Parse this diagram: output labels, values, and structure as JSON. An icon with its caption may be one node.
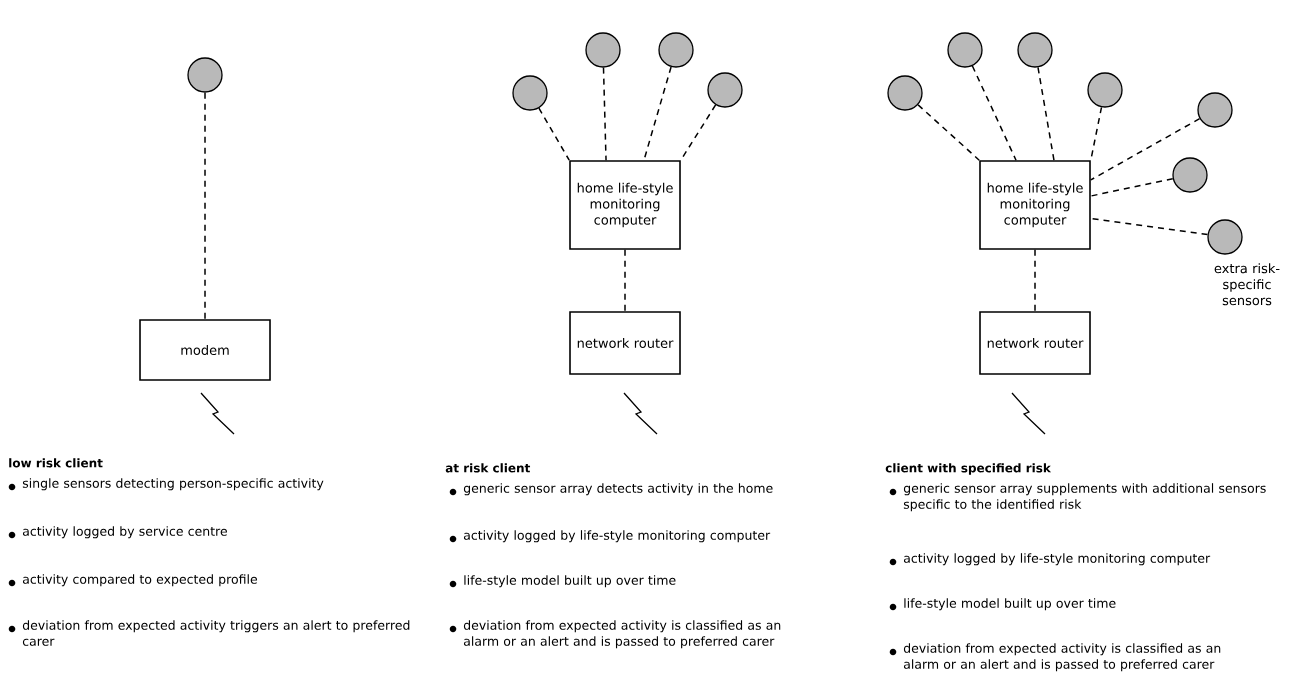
{
  "diagram": {
    "nodes": [
      {
        "text": [],
        "shape": "circle"
      },
      {
        "text": [
          "modem"
        ]
      },
      {
        "text": [],
        "shape": "circle"
      },
      {
        "text": [],
        "shape": "circle"
      },
      {
        "text": [],
        "shape": "circle"
      },
      {
        "text": [],
        "shape": "circle"
      },
      {
        "text": [
          "home life-style monitoring computer"
        ]
      },
      {
        "text": [
          "network router"
        ]
      },
      {
        "text": [],
        "shape": "circle"
      },
      {
        "text": [],
        "shape": "circle"
      },
      {
        "text": [],
        "shape": "circle"
      },
      {
        "text": [],
        "shape": "circle"
      },
      {
        "text": [],
        "shape": "circle"
      },
      {
        "text": [],
        "shape": "circle"
      },
      {
        "text": [],
        "shape": "circle",
        "beside": [
          "extra risk-specific sensors"
        ]
      },
      {
        "text": [
          "home life-style monitoring computer"
        ]
      },
      {
        "text": [
          "network router"
        ]
      }
    ],
    "edges": [
      {
        "from": 0,
        "to": 1,
        "arrow": "none",
        "style": "dashed"
      },
      {
        "from": 2,
        "to": 6,
        "arrow": "none",
        "style": "dashed"
      },
      {
        "from": 3,
        "to": 6,
        "arrow": "none",
        "style": "dashed"
      },
      {
        "from": 4,
        "to": 6,
        "arrow": "none",
        "style": "dashed"
      },
      {
        "from": 5,
        "to": 6,
        "arrow": "none",
        "style": "dashed"
      },
      {
        "from": 6,
        "to": 7,
        "arrow": "none",
        "style": "dashed"
      },
      {
        "from": 8,
        "to": 15,
        "arrow": "none",
        "style": "dashed"
      },
      {
        "from": 9,
        "to": 15,
        "arrow": "none",
        "style": "dashed"
      },
      {
        "from": 10,
        "to": 15,
        "arrow": "none",
        "style": "dashed"
      },
      {
        "from": 11,
        "to": 15,
        "arrow": "none",
        "style": "dashed"
      },
      {
        "from": 12,
        "to": 15,
        "arrow": "none",
        "style": "dashed"
      },
      {
        "from": 13,
        "to": 15,
        "arrow": "none",
        "style": "dashed"
      },
      {
        "from": 14,
        "to": 15,
        "arrow": "none",
        "style": "dashed"
      },
      {
        "from": 15,
        "to": 16,
        "arrow": "none",
        "style": "dashed"
      }
    ],
    "labels": [
      "low risk client",
      "single sensors detecting person-specific activity",
      "activity logged by service centre",
      "activity compared to expected profile",
      "deviation from expected activity triggers an alert to preferred carer",
      "at risk client",
      "generic sensor array detects activity in the home",
      "activity logged by life-style monitoring computer",
      "life-style model built up over time",
      "deviation from expected activity is classified as an alarm or an alert and is passed to preferred carer",
      "client with specified risk",
      "generic sensor array supplements with additional sensors specific to the identified risk",
      "activity logged by life-style monitoring computer",
      "life-style model built up over time",
      "deviation from expected activity is classified as an alarm or an alert and is passed to preferred carer"
    ]
  }
}
